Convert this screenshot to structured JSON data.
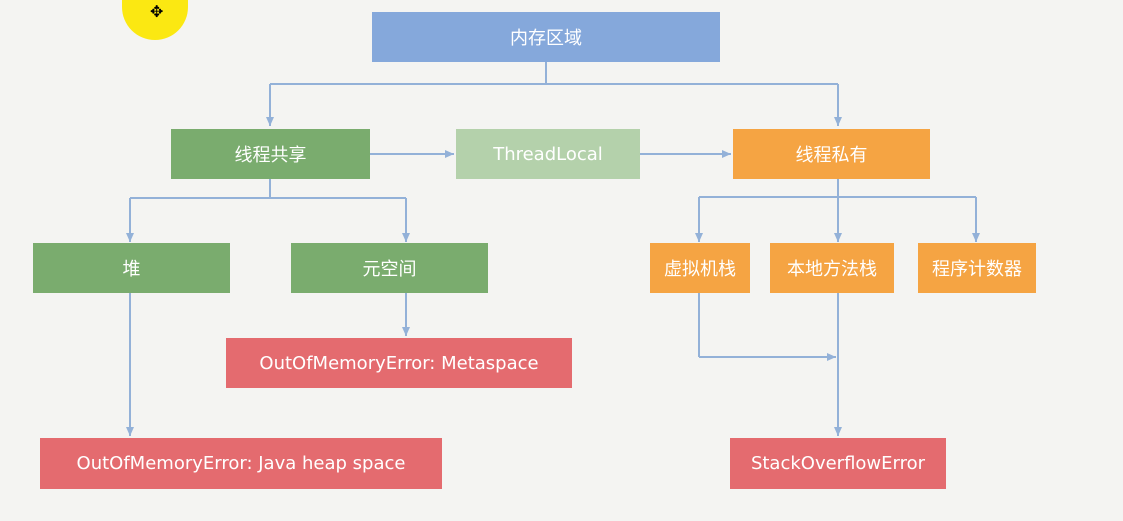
{
  "diagram": {
    "root": "内存区域",
    "shared": "线程共享",
    "threadlocal": "ThreadLocal",
    "private": "线程私有",
    "heap": "堆",
    "metaspace": "元空间",
    "vm_stack": "虚拟机栈",
    "native_stack": "本地方法栈",
    "pc_register": "程序计数器",
    "oom_metaspace": "OutOfMemoryError: Metaspace",
    "oom_heap": "OutOfMemoryError: Java heap space",
    "stack_overflow": "StackOverflowError"
  },
  "colors": {
    "root": "#85a8db",
    "shared": "#7aac6e",
    "threadlocal": "#b4d1ab",
    "private": "#f5a443",
    "error": "#e46b6f",
    "connector": "#93b1d8"
  },
  "icons": {
    "cursor": "move-cursor-icon"
  }
}
